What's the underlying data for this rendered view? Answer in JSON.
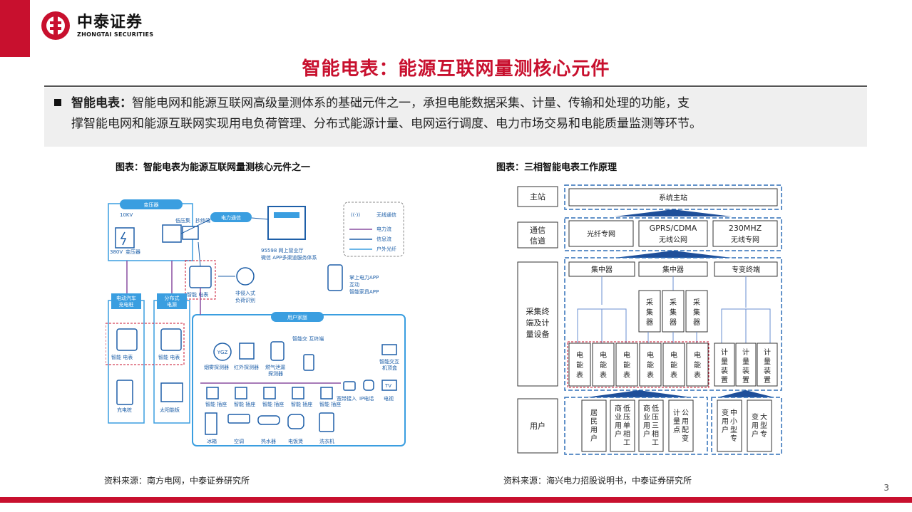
{
  "header": {
    "logo_cn": "中泰证券",
    "logo_en": "ZHONGTAI SECURITIES",
    "brand_color": "#c8102e"
  },
  "page": {
    "title": "智能电表：能源互联网量测核心元件",
    "number": "3"
  },
  "summary": {
    "keyword": "智能电表：",
    "line1_rest": "智能电网和能源互联网高级量测体系的基础元件之一，承担电能数据采集、计量、传输和处理的功能，支",
    "line2": "撑智能电网和能源互联网实现用电负荷管理、分布式能源计量、电网运行调度、电力市场交易和电能质量监测等环节。"
  },
  "left_figure": {
    "title": "图表：智能电表为能源互联网量测核心元件之一",
    "source": "资料来源：南方电网，中泰证券研究所",
    "transformer": "变压器",
    "v10k": "10KV",
    "transformer_label": "变压器",
    "v380": "380V",
    "low_voltage": "低压集",
    "terminal": "抄终端",
    "comm": "电力通信",
    "hall": "95598  网上营业厅",
    "hall2": "微信  APP多渠道服务体系",
    "legend_wireless": "无线通信",
    "legend_power": "电力流",
    "legend_info": "信息流",
    "legend_fiber": "户外光纤",
    "app1": "掌上电力APP",
    "app2": "互动",
    "app3": "智能家具APP",
    "smart_meter": "智能 电表",
    "nonintrusive1": "非侵入式",
    "nonintrusive2": "负荷识别",
    "ev_pile1": "电动汽车",
    "ev_pile2": "充电桩",
    "distributed1": "分布式",
    "distributed2": "电源",
    "meter_a": "智能 电表",
    "meter_b": "智能 电表",
    "charger": "充电桩",
    "solar": "太阳能板",
    "home": "用户家庭",
    "smart_interact": "智能交  互终端",
    "smoke": "烟雾探测器",
    "infrared": "红外探测器",
    "gas1": "燃气泄漏",
    "gas2": "探测器",
    "ygz": "YGZ",
    "smart_box1": "智能交互",
    "smart_box2": "机顶盒",
    "socket": "智能 插座",
    "broadband": "宽带接入",
    "ipphone": "IP电话",
    "tv": "电视",
    "tv_icon": "TV",
    "fridge": "冰箱",
    "ac": "空调",
    "heater": "热水器",
    "cooker": "电饭煲",
    "washer": "洗衣机"
  },
  "right_figure": {
    "title": "图表：三相智能电表工作原理",
    "source": "资料来源：海兴电力招股说明书，中泰证券研究所",
    "row_master": "主站",
    "row_comm1": "通信",
    "row_comm2": "信道",
    "row_collect1": "采集终",
    "row_collect2": "端及计",
    "row_collect3": "量设备",
    "row_user": "用户",
    "system_master": "系统主站",
    "fiber": "光纤专网",
    "gprs1": "GPRS/CDMA",
    "gprs2": "无线公网",
    "mhz1": "230MHZ",
    "mhz2": "无线专网",
    "concentrator1": "集中器",
    "concentrator2": "集中器",
    "special_terminal": "专变终端",
    "collector": [
      "采",
      "集",
      "器"
    ],
    "meter_chars": [
      "电",
      "能",
      "表"
    ],
    "device_chars": [
      "计",
      "量",
      "装",
      "置"
    ],
    "user_resident": "居民用户",
    "user_single": "低压单相工商业用户",
    "user_three": "低压三相工商业用户",
    "user_public": "公用配变计量点",
    "user_small": "中小型专变用户",
    "user_large": "大型专变用户"
  }
}
